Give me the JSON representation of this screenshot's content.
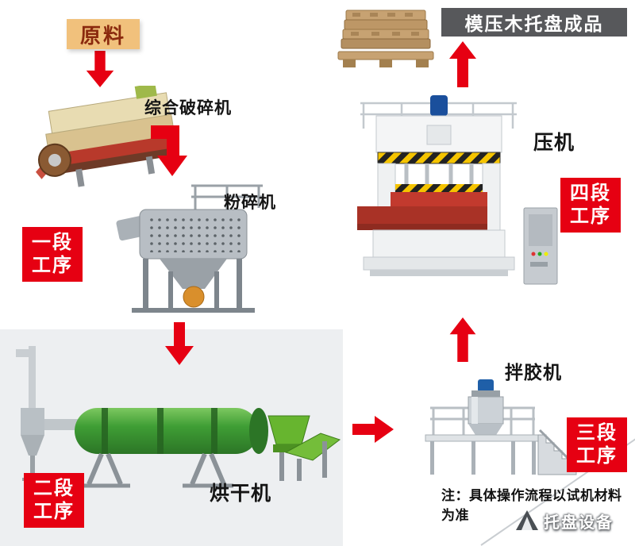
{
  "product": {
    "title": "模压木托盘成品"
  },
  "raw_material": {
    "label": "原料"
  },
  "machines": {
    "crusher": {
      "label": "综合破碎机"
    },
    "pulverizer": {
      "label": "粉碎机"
    },
    "dryer": {
      "label": "烘干机"
    },
    "mixer": {
      "label": "拌胶机"
    },
    "press": {
      "label": "压机"
    }
  },
  "stages": {
    "stage1": {
      "line1": "一段",
      "line2": "工序"
    },
    "stage2": {
      "line1": "二段",
      "line2": "工序"
    },
    "stage3": {
      "line1": "三段",
      "line2": "工序"
    },
    "stage4": {
      "line1": "四段",
      "line2": "工序"
    }
  },
  "note": "注：具体操作流程以试机材料为准",
  "watermark": {
    "label": "托盘设备"
  },
  "colors": {
    "arrow_red": "#e60012",
    "badge_bg": "#e60012",
    "badge_text": "#ffffff",
    "title_bg": "#57585b",
    "title_text": "#ffffff",
    "raw_material_bg": "#f1c17c",
    "raw_material_text": "#8b2a0e",
    "panel_gray": "#edeff1",
    "dryer_green": "#3f9e35",
    "press_red": "#c23a2e",
    "hazard_yellow": "#f5c400"
  }
}
